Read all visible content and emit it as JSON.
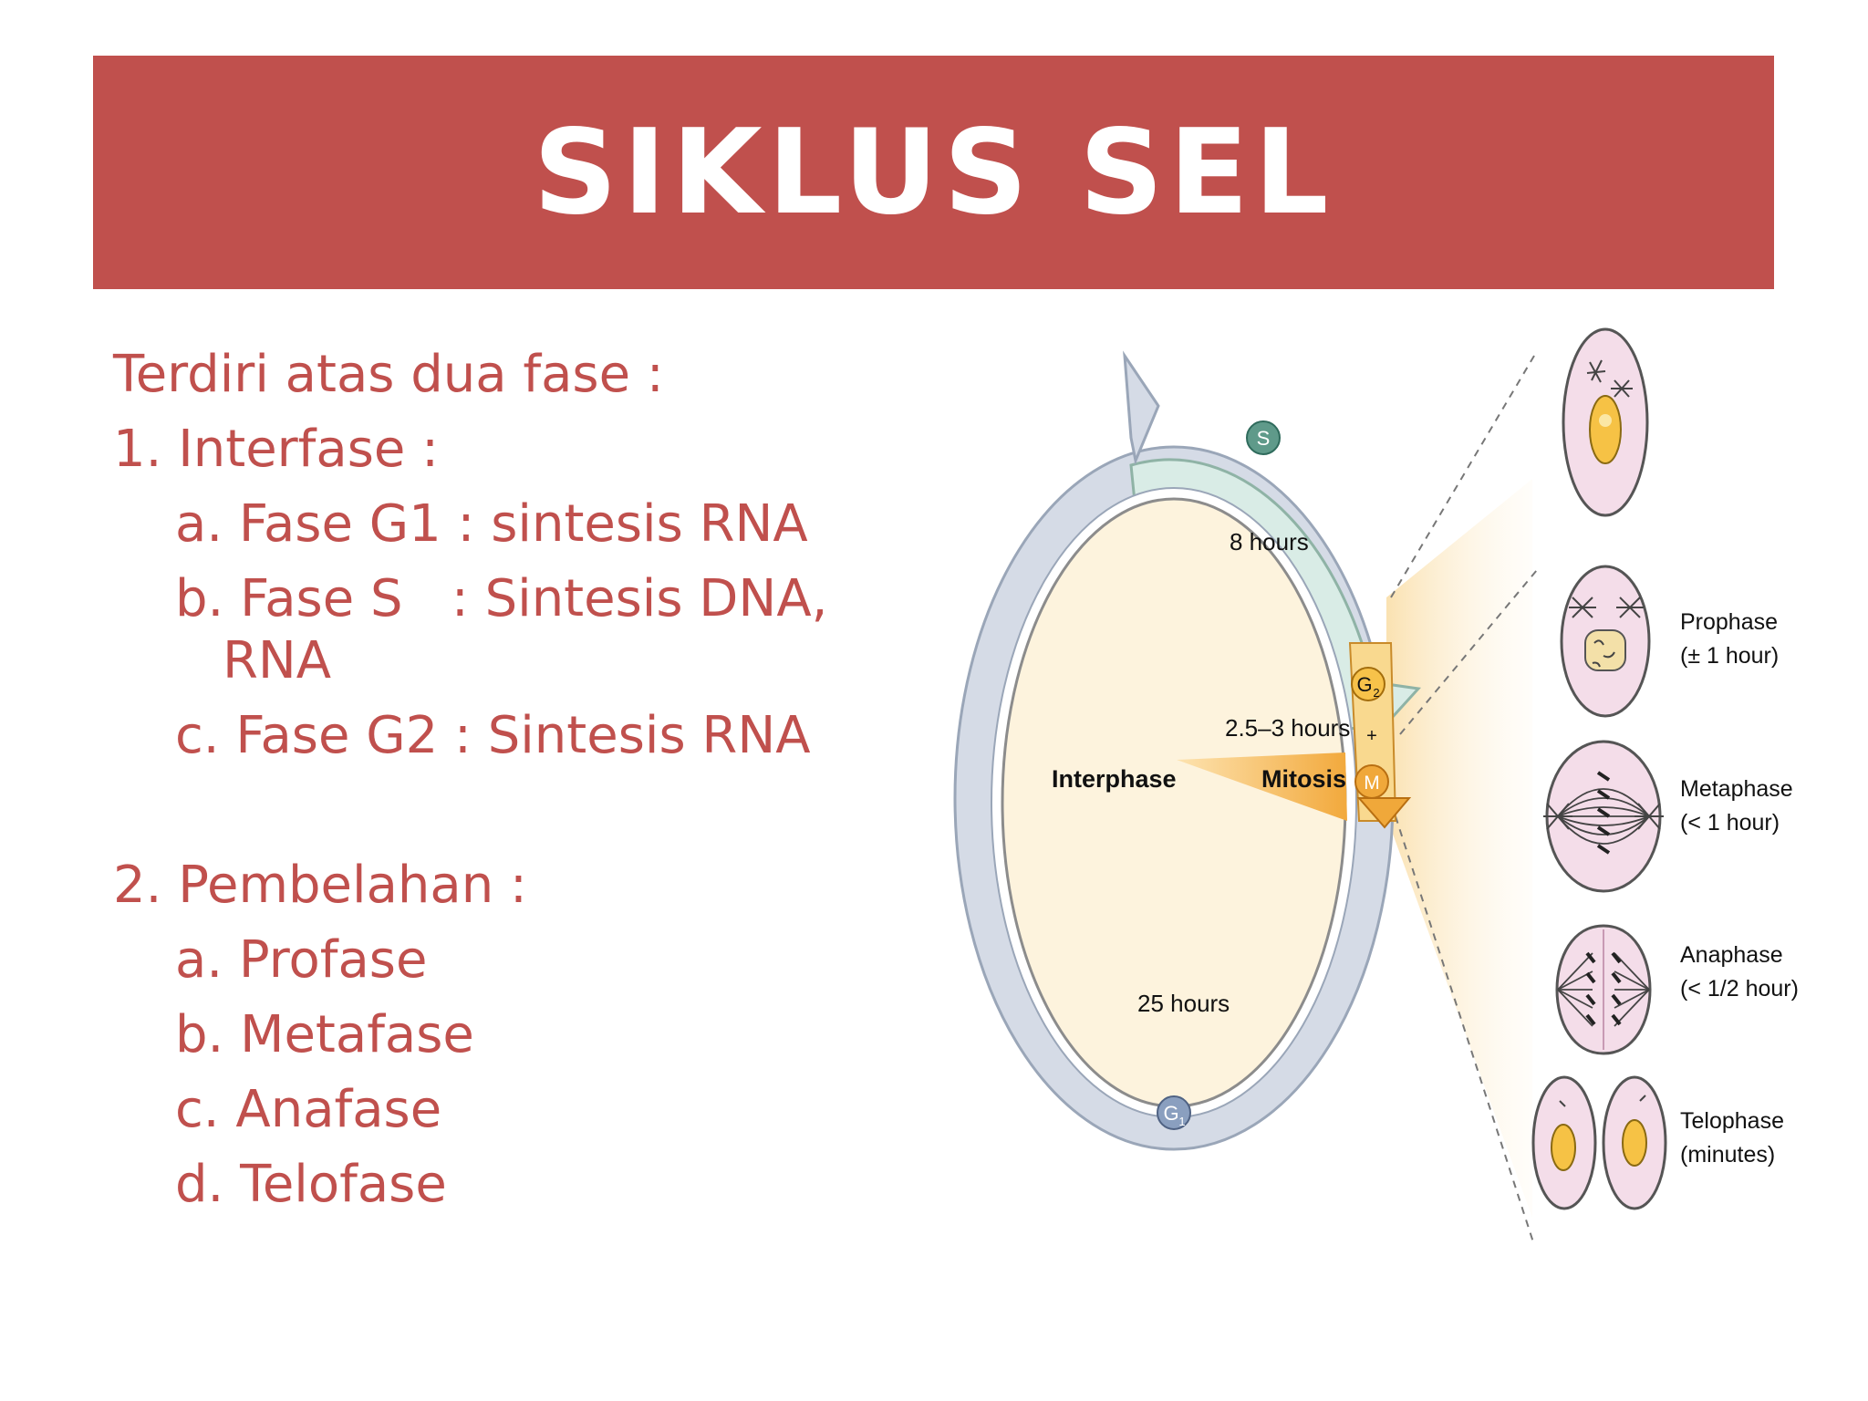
{
  "slide": {
    "title": "SIKLUS SEL",
    "outline": {
      "intro": "Terdiri atas dua fase :",
      "interphase_heading": "1. Interfase :",
      "interphase_items": [
        "a. Fase G1 : sintesis RNA",
        "b. Fase S   : Sintesis DNA,",
        "RNA",
        "c. Fase G2 : Sintesis RNA"
      ],
      "division_heading": "2. Pembelahan :",
      "division_items": [
        "a. Profase",
        "b. Metafase",
        "c. Anafase",
        "d. Telofase"
      ]
    }
  },
  "diagram": {
    "cycle_labels": {
      "s": "S",
      "g1": "G",
      "g1_sub": "1",
      "g2": "G",
      "g2_sub": "2",
      "plus": "+",
      "m": "M"
    },
    "durations": {
      "s": "8 hours",
      "g2_m": "2.5–3 hours",
      "g1": "25 hours"
    },
    "center_labels": {
      "interphase": "Interphase",
      "mitosis": "Mitosis"
    },
    "phases": [
      {
        "name": "Prophase",
        "duration": "(± 1 hour)"
      },
      {
        "name": "Metaphase",
        "duration": "(< 1 hour)"
      },
      {
        "name": "Anaphase",
        "duration": "(< 1/2 hour)"
      },
      {
        "name": "Telophase",
        "duration": "(minutes)"
      }
    ]
  },
  "colors": {
    "title_bar": "#c0504d",
    "text_red": "#c0504d",
    "ring_g1": "#d5dbe6",
    "ring_s": "#d9ece6",
    "inner_fill": "#fdf3dd",
    "mitosis_orange": "#f0a83a",
    "cell_pink": "#f4dde9"
  }
}
